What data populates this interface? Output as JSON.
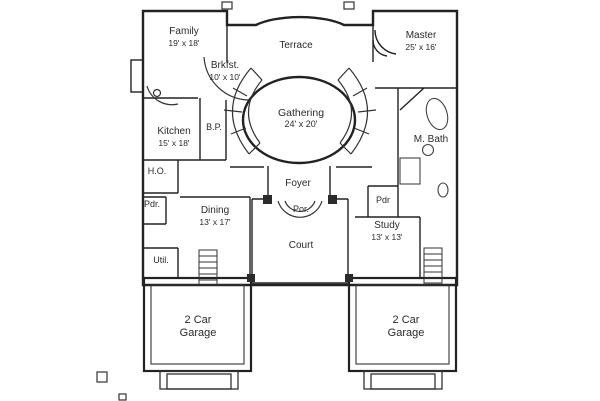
{
  "rooms": {
    "family": {
      "label": "Family",
      "size": "19' x 18'"
    },
    "terrace": {
      "label": "Terrace"
    },
    "master": {
      "label": "Master",
      "size": "25' x 16'"
    },
    "brkfst": {
      "label": "Brkfst.",
      "size": "10' x 10'"
    },
    "kitchen": {
      "label": "Kitchen",
      "size": "15' x 18'"
    },
    "butlers_pantry": {
      "label": "B.P."
    },
    "gathering": {
      "label": "Gathering",
      "size": "24' x 20'"
    },
    "master_bath": {
      "label": "M. Bath"
    },
    "home_office": {
      "label": "H.O."
    },
    "powder_left": {
      "label": "Pdr."
    },
    "powder_right": {
      "label": "Pdr"
    },
    "dining": {
      "label": "Dining",
      "size": "13' x 17'"
    },
    "foyer": {
      "label": "Foyer"
    },
    "porch": {
      "label": "Por."
    },
    "court": {
      "label": "Court"
    },
    "study": {
      "label": "Study",
      "size": "13' x 13'"
    },
    "utility": {
      "label": "Util."
    },
    "garage_left": {
      "label": "2 Car",
      "size": "Garage"
    },
    "garage_right": {
      "label": "2 Car",
      "size": "Garage"
    }
  },
  "colors": {
    "wall": "#222222",
    "text": "#2b2b2b",
    "background": "#ffffff"
  }
}
